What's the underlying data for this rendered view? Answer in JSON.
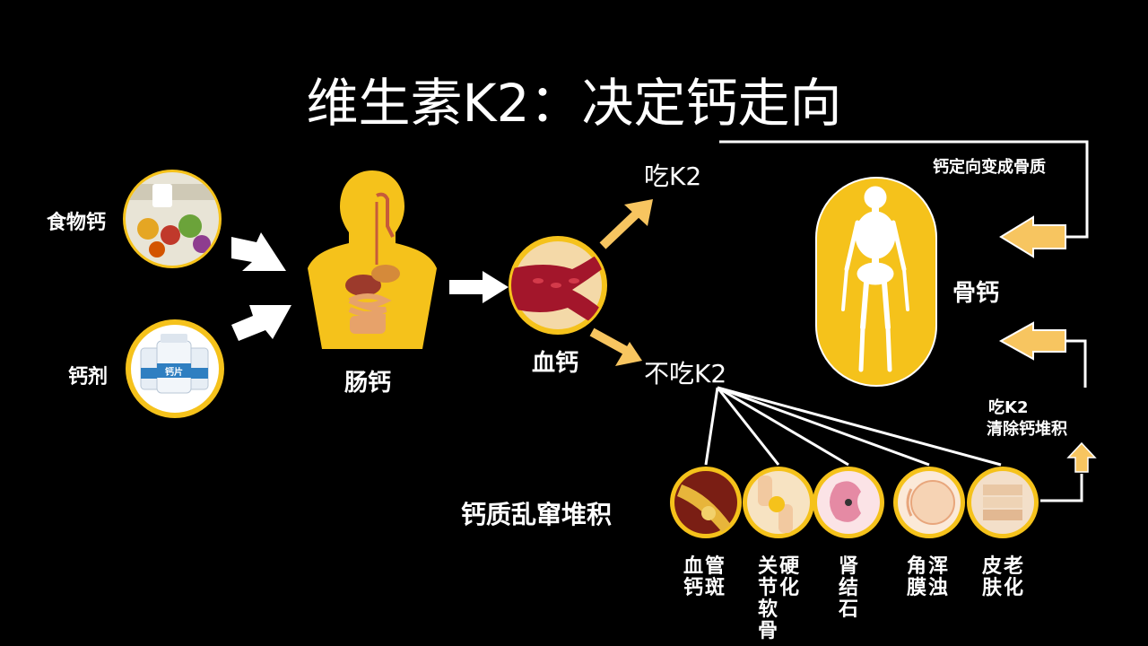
{
  "title": "维生素K2：决定钙走向",
  "sources": {
    "food": "食物钙",
    "supplement": "钙剂",
    "pill_label": "钙片"
  },
  "intestine": "肠钙",
  "blood": "血钙",
  "branch": {
    "with_k2": "吃K2",
    "without_k2": "不吃K2"
  },
  "bone": {
    "label": "骨钙",
    "route_top": "钙定向变成骨质",
    "route_bottom_1": "吃K2",
    "route_bottom_2": "清除钙堆积"
  },
  "deposit_title": "钙质乱窜堆积",
  "conditions": [
    {
      "col1": "血钙",
      "col2": "管斑",
      "icon": "artery-plaque-icon"
    },
    {
      "col1": "关节",
      "col2": "硬化",
      "col3": "软骨",
      "icon": "knee-joint-icon"
    },
    {
      "col1": "肾结石",
      "icon": "kidney-stone-icon"
    },
    {
      "col1": "角膜",
      "col2": "浑浊",
      "icon": "eye-cornea-icon"
    },
    {
      "col1": "皮肤",
      "col2": "老化",
      "icon": "skin-aging-icon"
    }
  ],
  "colors": {
    "accent": "#F5C21B",
    "arrow_light": "#F7C560",
    "background": "#000000",
    "text": "#FFFFFF"
  }
}
